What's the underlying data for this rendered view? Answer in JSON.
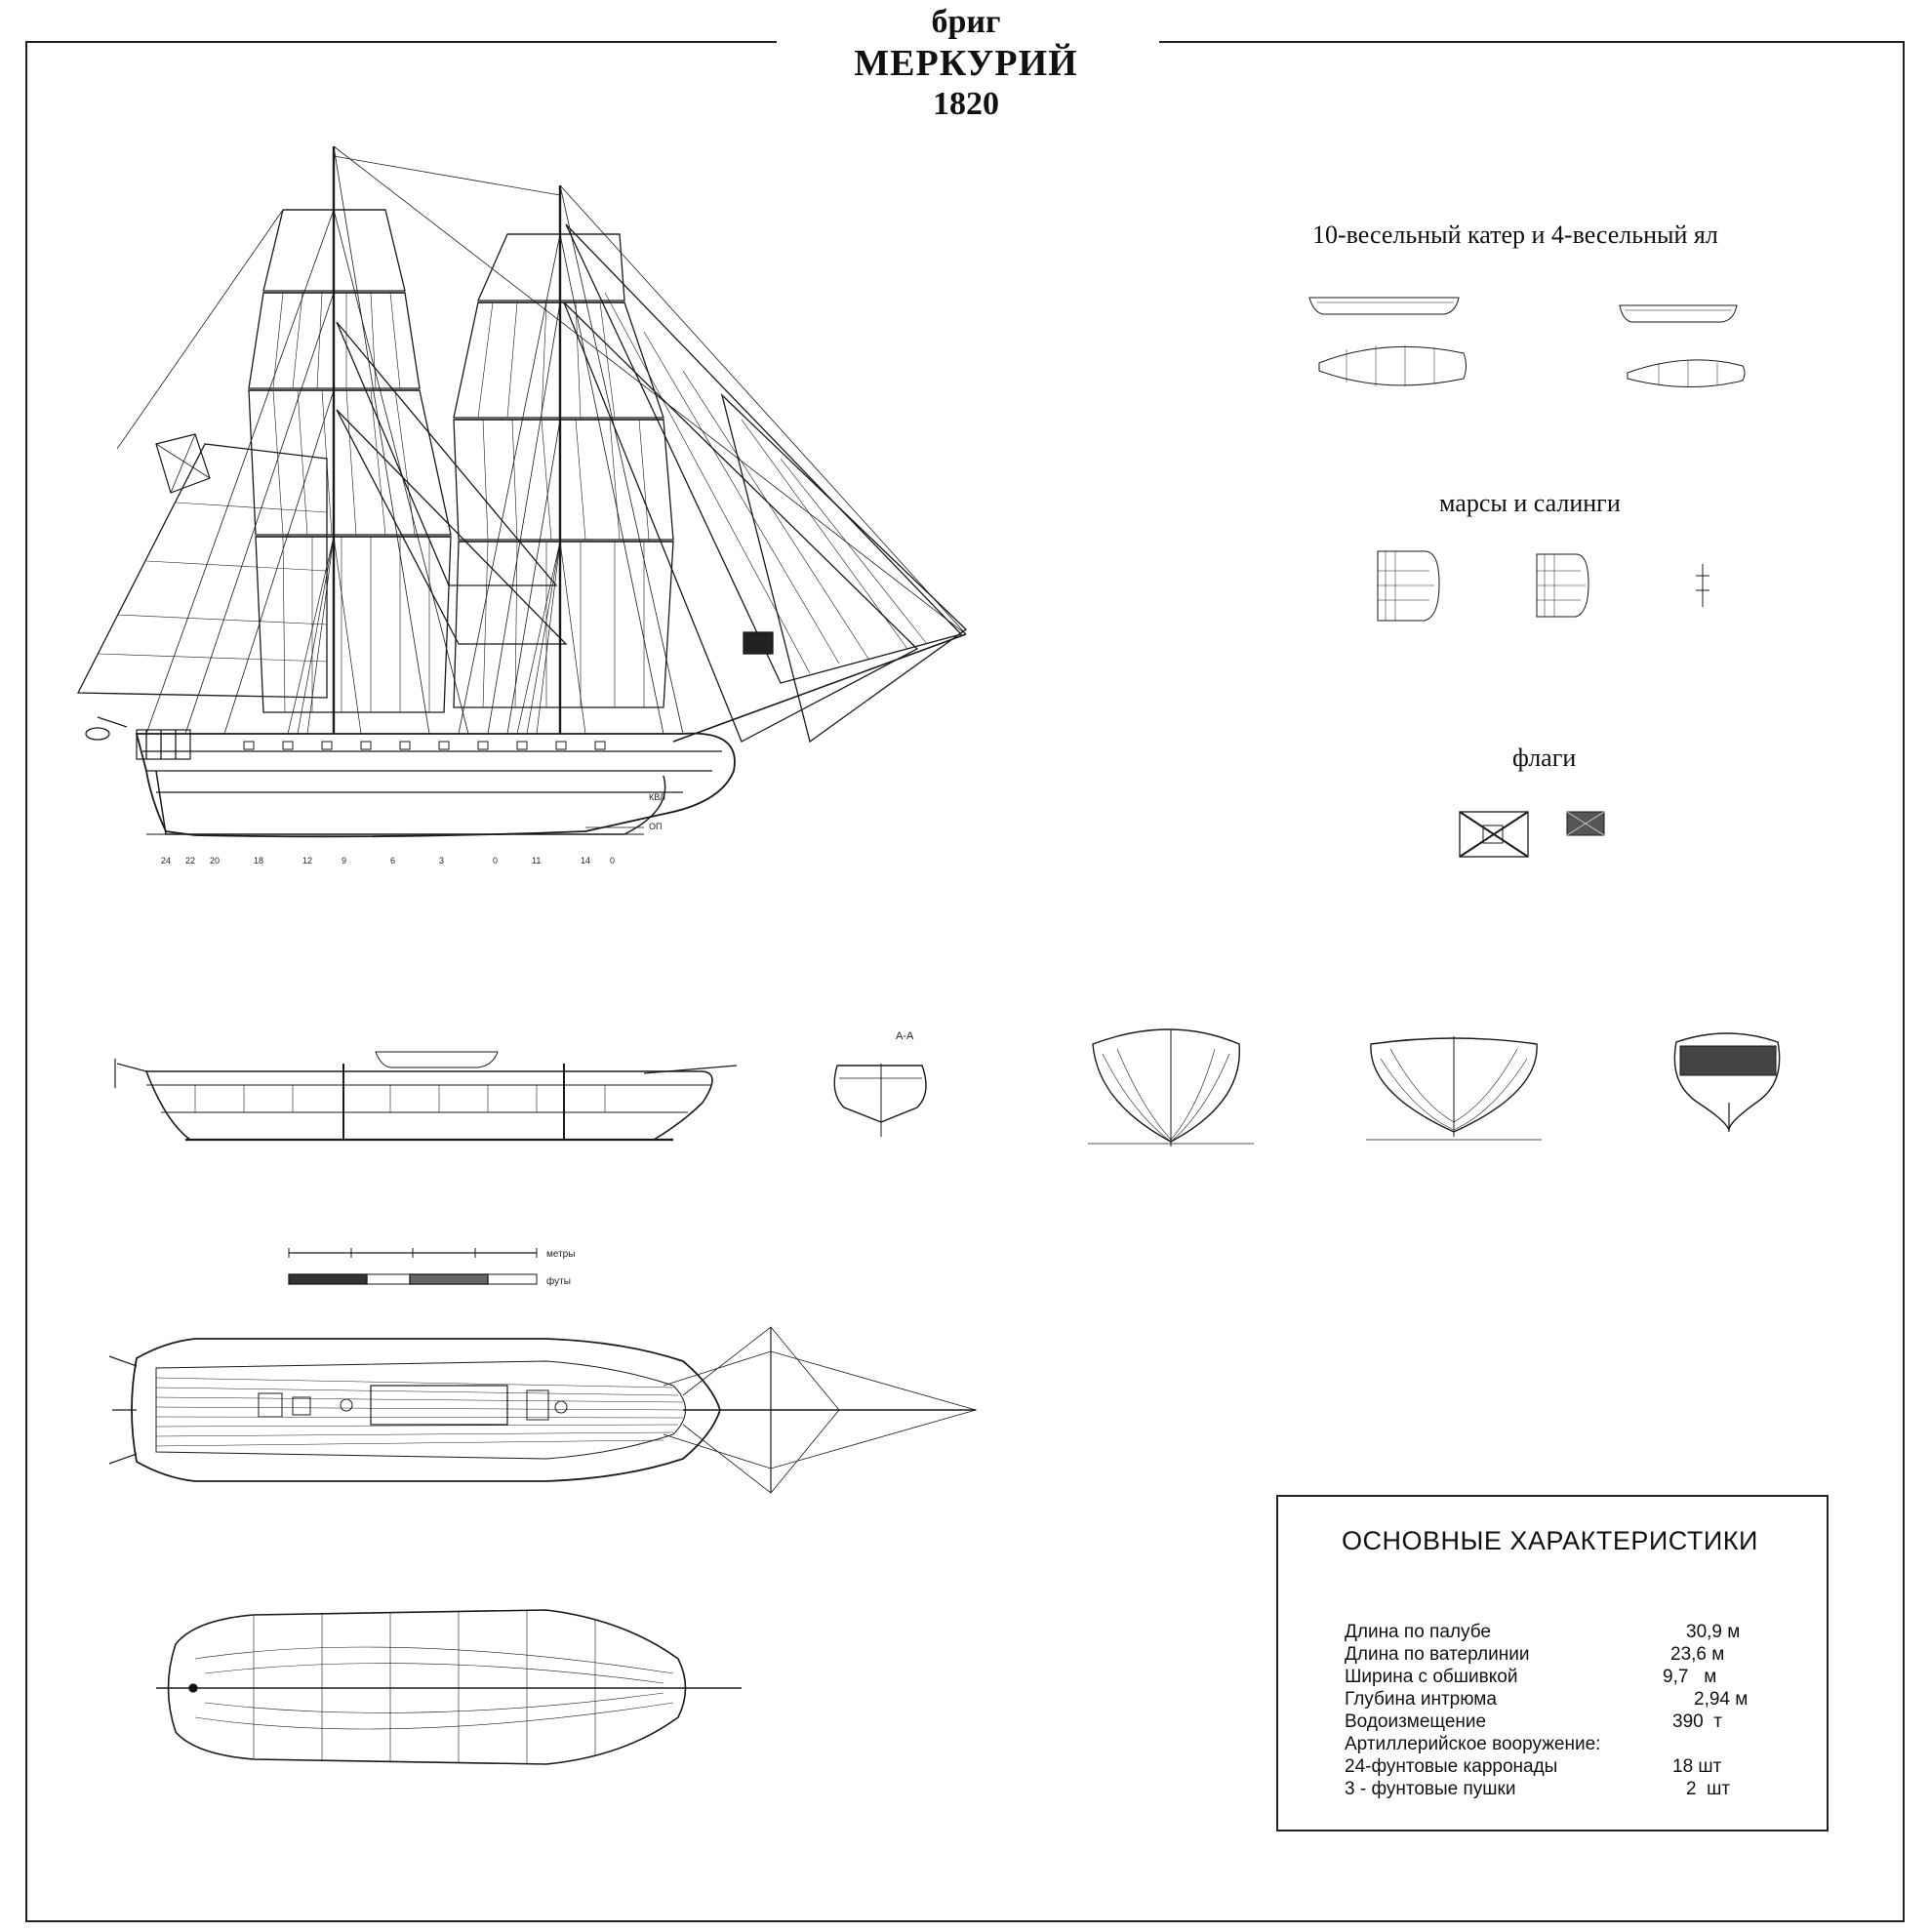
{
  "title": {
    "type": "бриг",
    "name": "МЕРКУРИЙ",
    "year": "1820"
  },
  "captions": {
    "boats": "10-весельный катер и 4-весельный ял",
    "tops": "марсы и салинги",
    "flags": "флаги"
  },
  "drawing_labels": {
    "frame_numbers": [
      "24",
      "22",
      "20",
      "18",
      "12",
      "9",
      "6",
      "3",
      "0",
      "11",
      "14",
      "0"
    ],
    "scale_units_top": "метры",
    "scale_units_bottom": "футы",
    "section_mark": "А-А",
    "kvl": "КВЛ",
    "op": "ОП"
  },
  "specs": {
    "title": "ОСНОВНЫЕ ХАРАКТЕРИСТИКИ",
    "rows": [
      {
        "label": "Длина по палубе",
        "value": "30,9 м"
      },
      {
        "label": "Длина по ватерлинии",
        "value": "23,6 м"
      },
      {
        "label": "Ширина с обшивкой",
        "value": "9,7   м"
      },
      {
        "label": "Глубина интрюма",
        "value": "2,94 м"
      },
      {
        "label": "Водоизмещение",
        "value": "390  т"
      },
      {
        "label": "Артиллерийское вооружение:",
        "value": ""
      },
      {
        "label": "24-фунтовые карронады",
        "value": "18 шт"
      },
      {
        "label": "3 - фунтовые пушки",
        "value": "2  шт"
      }
    ]
  }
}
